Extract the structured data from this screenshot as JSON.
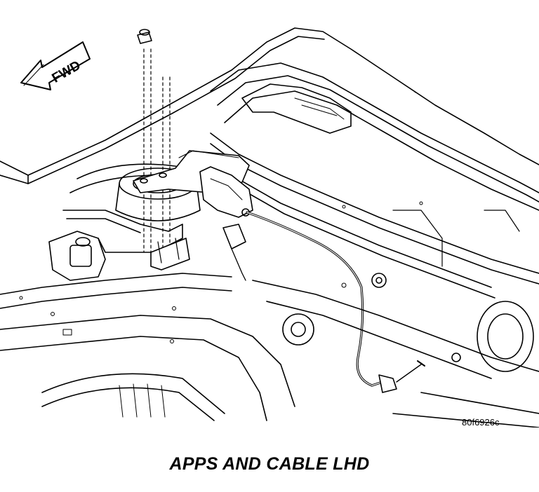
{
  "diagram": {
    "direction_label": "FWD",
    "figure_code": "80f6926c",
    "caption": "APPS AND CABLE LHD"
  },
  "colors": {
    "line": "#000000",
    "background": "#ffffff"
  }
}
